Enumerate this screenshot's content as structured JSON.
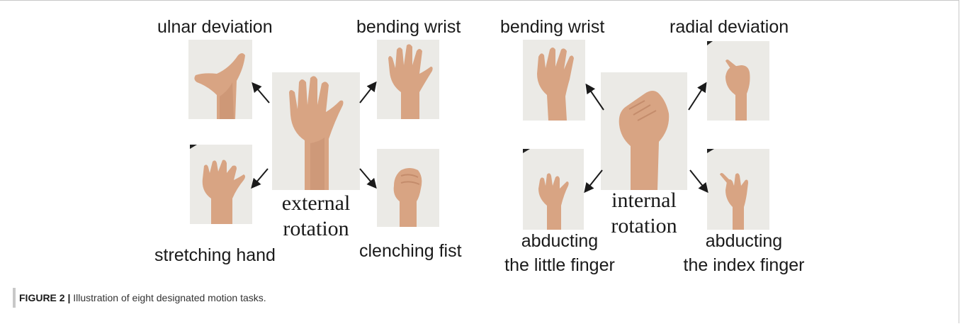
{
  "figure": {
    "caption_label": "FIGURE 2 |",
    "caption_text": " Illustration of eight designated motion tasks."
  },
  "panels": {
    "ulnar_deviation": "ulnar deviation",
    "bending_wrist_left": "bending wrist",
    "stretching_hand": "stretching hand",
    "clenching_fist": "clenching fist",
    "external_rotation": [
      "external",
      "rotation"
    ],
    "bending_wrist_right": "bending wrist",
    "radial_deviation": "radial deviation",
    "internal_rotation": [
      "internal",
      "rotation"
    ],
    "abducting_little": [
      "abducting",
      "the little finger"
    ],
    "abducting_index": [
      "abducting",
      "the index finger"
    ]
  },
  "colors": {
    "photo_background": "#ebeae6",
    "skin": "#d8a483",
    "skin_shadow": "#c48c6c",
    "arrow": "#1a1a1a"
  }
}
